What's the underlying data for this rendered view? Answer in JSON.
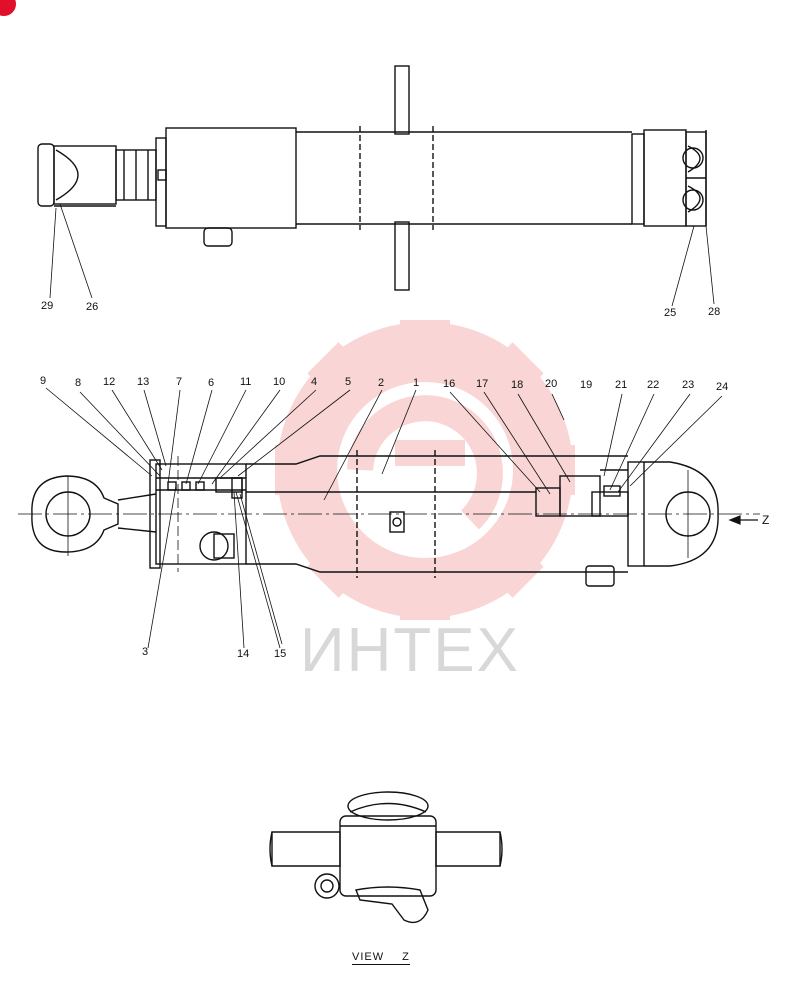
{
  "diagram": {
    "watermark_text": "ИНТЕХ",
    "view_label": "VIEW Z",
    "direction_label": "Z",
    "top_view_callouts": [
      "29",
      "26",
      "25",
      "28"
    ],
    "section_callouts_top": [
      "9",
      "8",
      "12",
      "13",
      "7",
      "6",
      "11",
      "10",
      "4",
      "5",
      "2",
      "1",
      "16",
      "17",
      "18",
      "20",
      "19",
      "21",
      "22",
      "23",
      "24"
    ],
    "section_callouts_bottom": [
      "3",
      "14",
      "15"
    ],
    "colors": {
      "line": "#111111",
      "watermark": "#f2c6c6",
      "badge": "#e0102a"
    }
  }
}
